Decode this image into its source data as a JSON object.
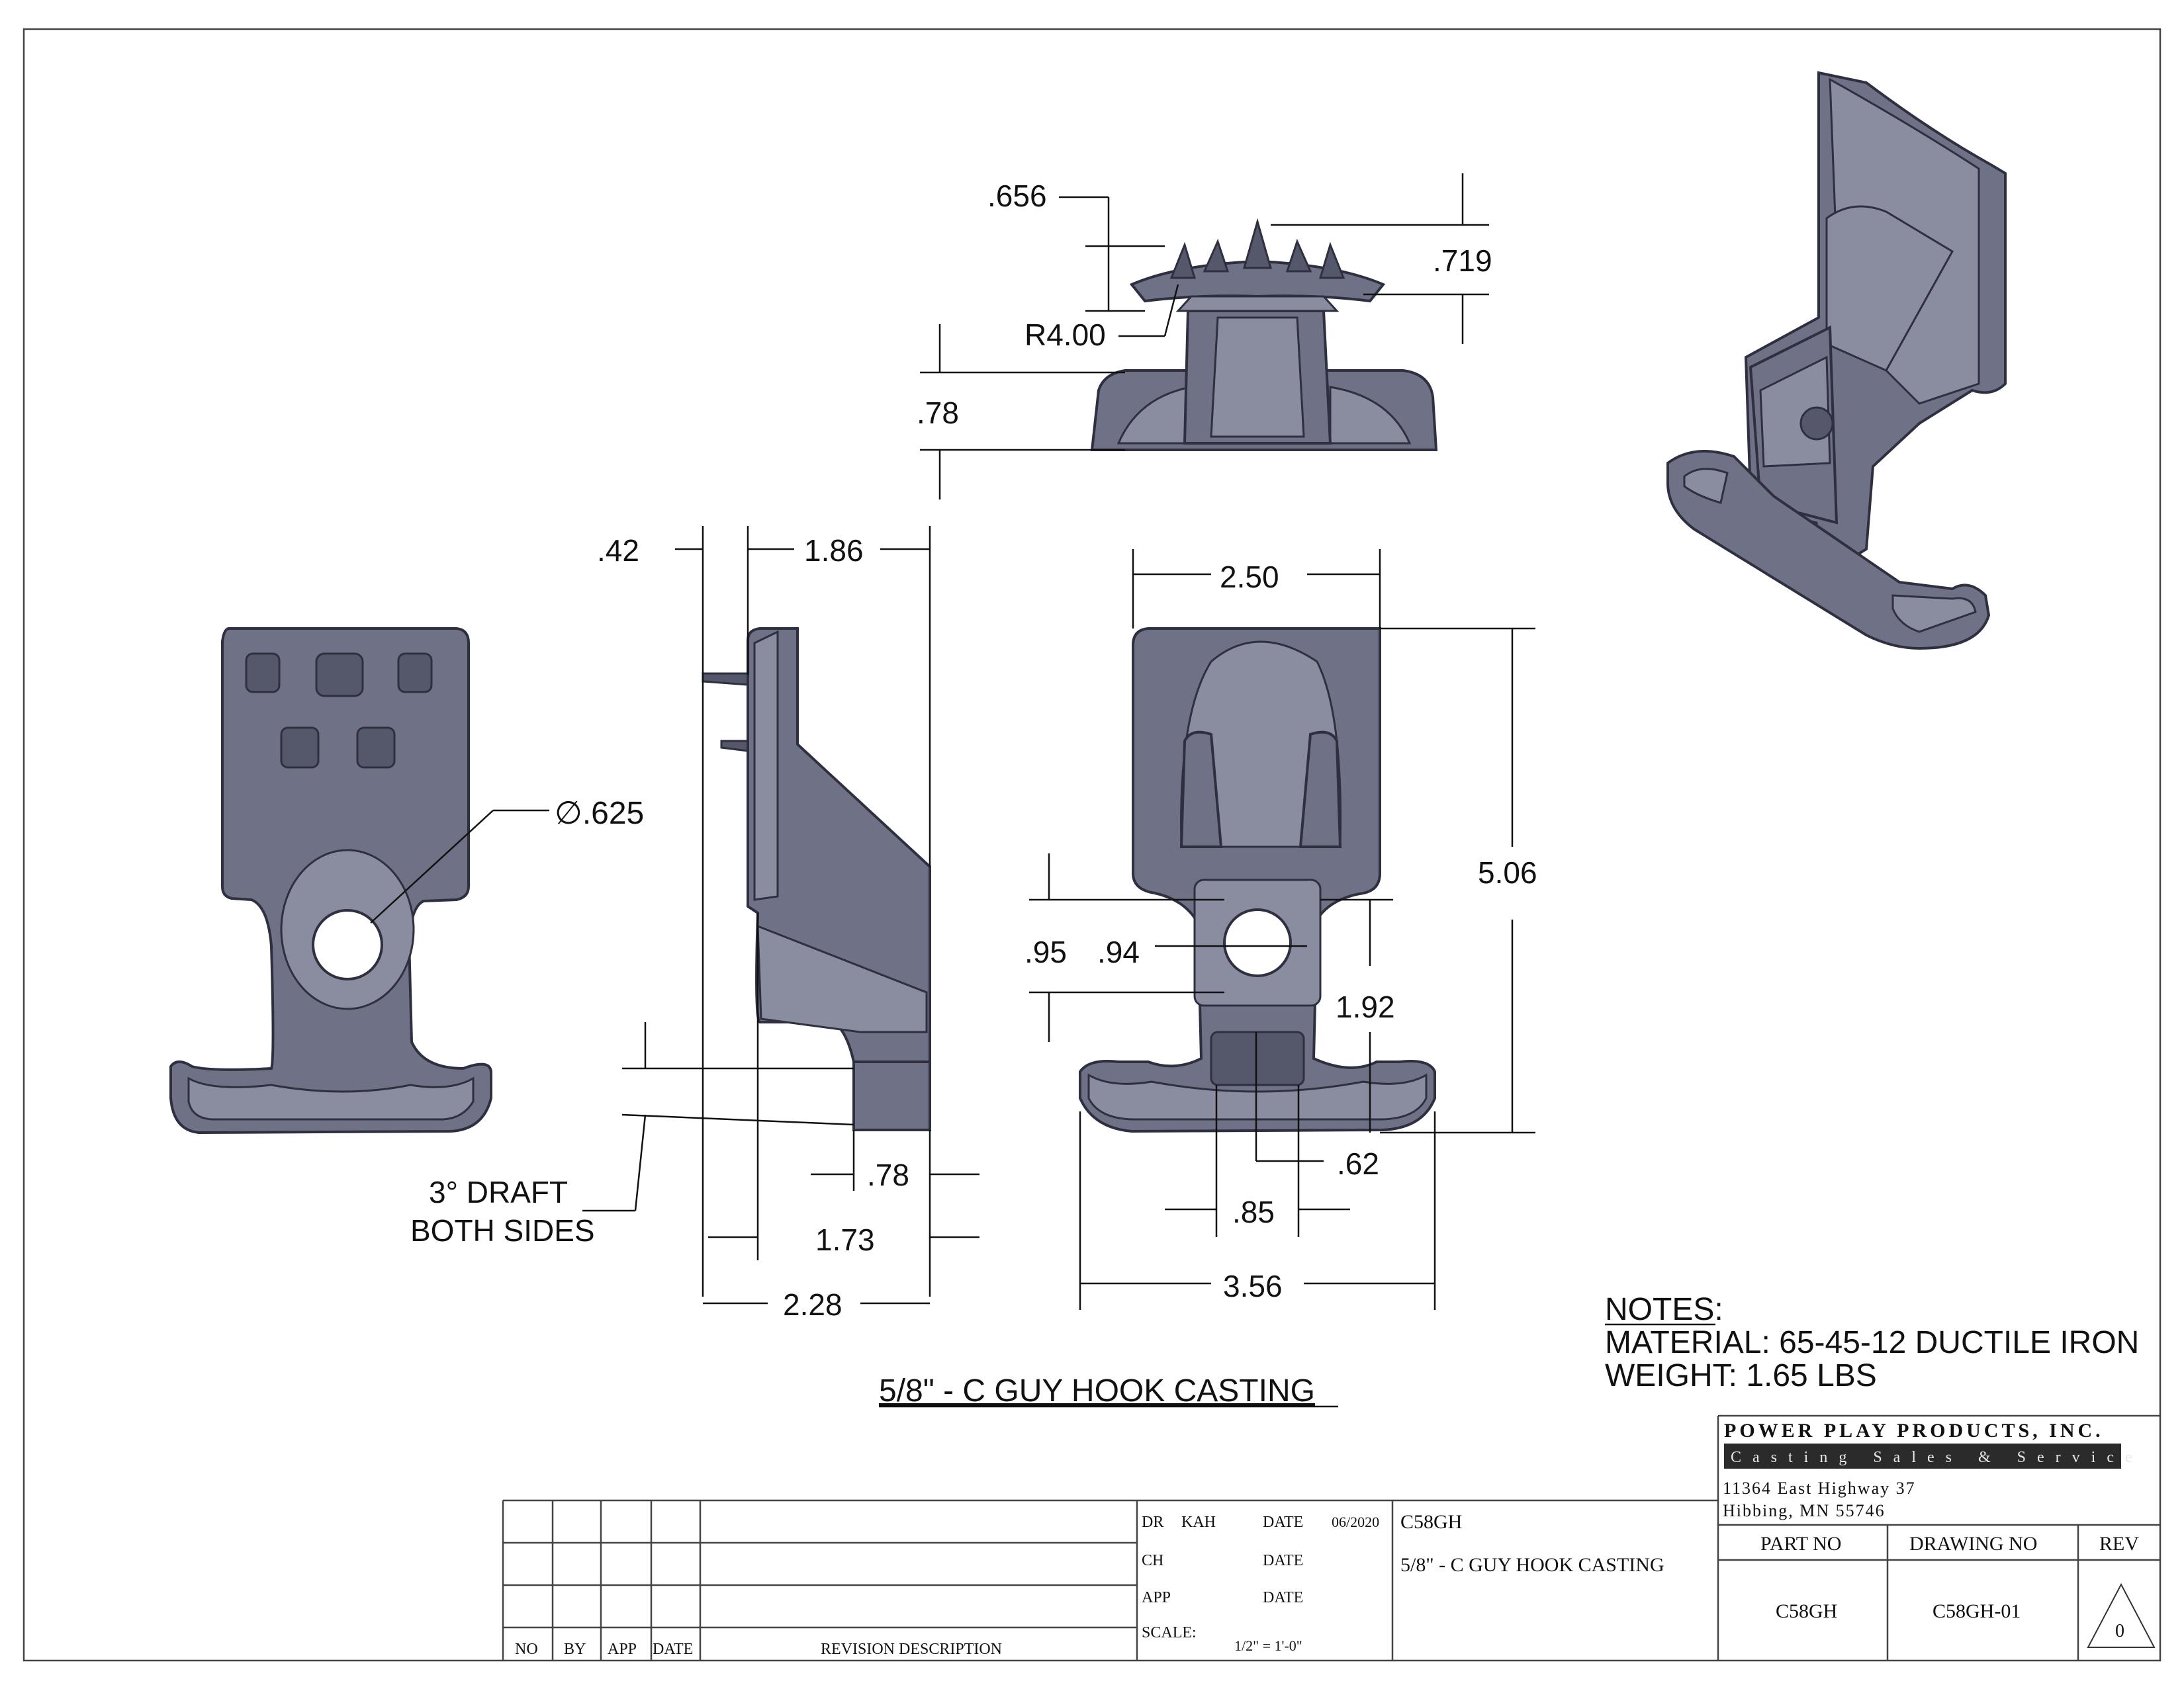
{
  "drawing": {
    "title": "5/8\" - C GUY HOOK CASTING",
    "notes": {
      "heading": "NOTES:",
      "material": "MATERIAL: 65-45-12 DUCTILE IRON",
      "weight": "WEIGHT: 1.65 LBS"
    }
  },
  "dimensions": {
    "top_view": {
      "d656": ".656",
      "d719": ".719",
      "r400": "R4.00",
      "d78": ".78"
    },
    "front_view": {
      "hole_dia": "∅.625"
    },
    "side_view": {
      "d42": ".42",
      "d186": "1.86",
      "d78": ".78",
      "d173": "1.73",
      "d228": "2.28",
      "draft_line1": "3° DRAFT",
      "draft_line2": "BOTH SIDES"
    },
    "rear_view": {
      "d250": "2.50",
      "d506": "5.06",
      "d95": ".95",
      "d94": ".94",
      "d192": "1.92",
      "d62": ".62",
      "d85": ".85",
      "d356": "3.56"
    }
  },
  "company": {
    "name": "POWER PLAY PRODUCTS, INC.",
    "tagline": "Casting Sales & Service",
    "address1": "11364 East Highway 37",
    "address2": "Hibbing, MN 55746"
  },
  "title_block": {
    "revision_headers": {
      "no": "NO",
      "by": "BY",
      "app": "APP",
      "date": "DATE",
      "desc": "REVISION DESCRIPTION"
    },
    "dr_label": "DR",
    "dr_value": "KAH",
    "ch_label": "CH",
    "app_label": "APP",
    "date_label": "DATE",
    "date_value": "06/2020",
    "scale_label": "SCALE:",
    "scale_value": "1/2\" = 1'-0\"",
    "part_code": "C58GH",
    "part_desc": "5/8\" - C GUY HOOK CASTING",
    "part_no_label": "PART NO",
    "drawing_no_label": "DRAWING NO",
    "rev_label": "REV",
    "part_no": "C58GH",
    "drawing_no": "C58GH-01",
    "rev": "0"
  }
}
